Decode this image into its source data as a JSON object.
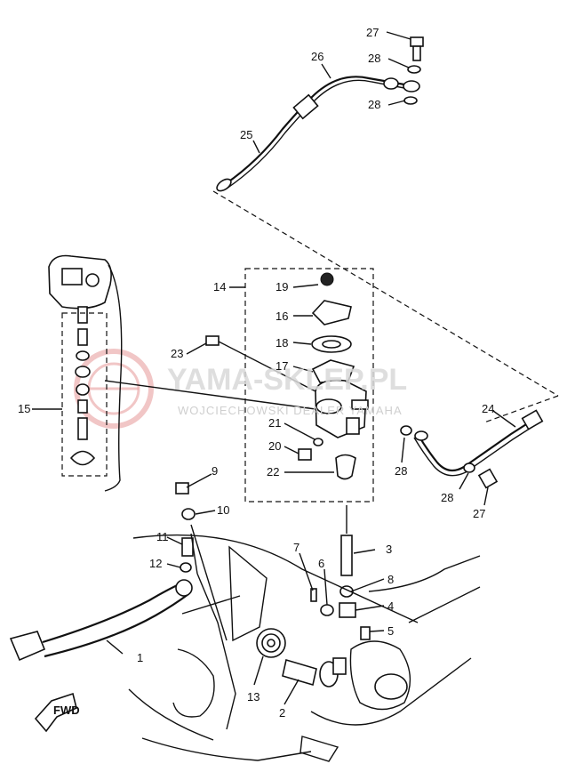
{
  "watermark": {
    "brand": "YAMA-SKLEP.PL",
    "dealer": "WOJCIECHOWSKI DEALER YAMAHA"
  },
  "fwd_label": "FWD",
  "callouts": {
    "c1": "1",
    "c2": "2",
    "c3": "3",
    "c4": "4",
    "c5": "5",
    "c6": "6",
    "c7": "7",
    "c8": "8",
    "c9": "9",
    "c10": "10",
    "c11": "11",
    "c12": "12",
    "c13": "13",
    "c14": "14",
    "c15": "15",
    "c16": "16",
    "c17": "17",
    "c18": "18",
    "c19": "19",
    "c20": "20",
    "c21": "21",
    "c22": "22",
    "c23": "23",
    "c24": "24",
    "c25": "25",
    "c26": "26",
    "c27a": "27",
    "c27b": "27",
    "c28a": "28",
    "c28b": "28",
    "c28c": "28",
    "c28d": "28"
  },
  "colors": {
    "line": "#111111",
    "watermark": "#d9d9d9",
    "logo": "#e8a0a0"
  }
}
